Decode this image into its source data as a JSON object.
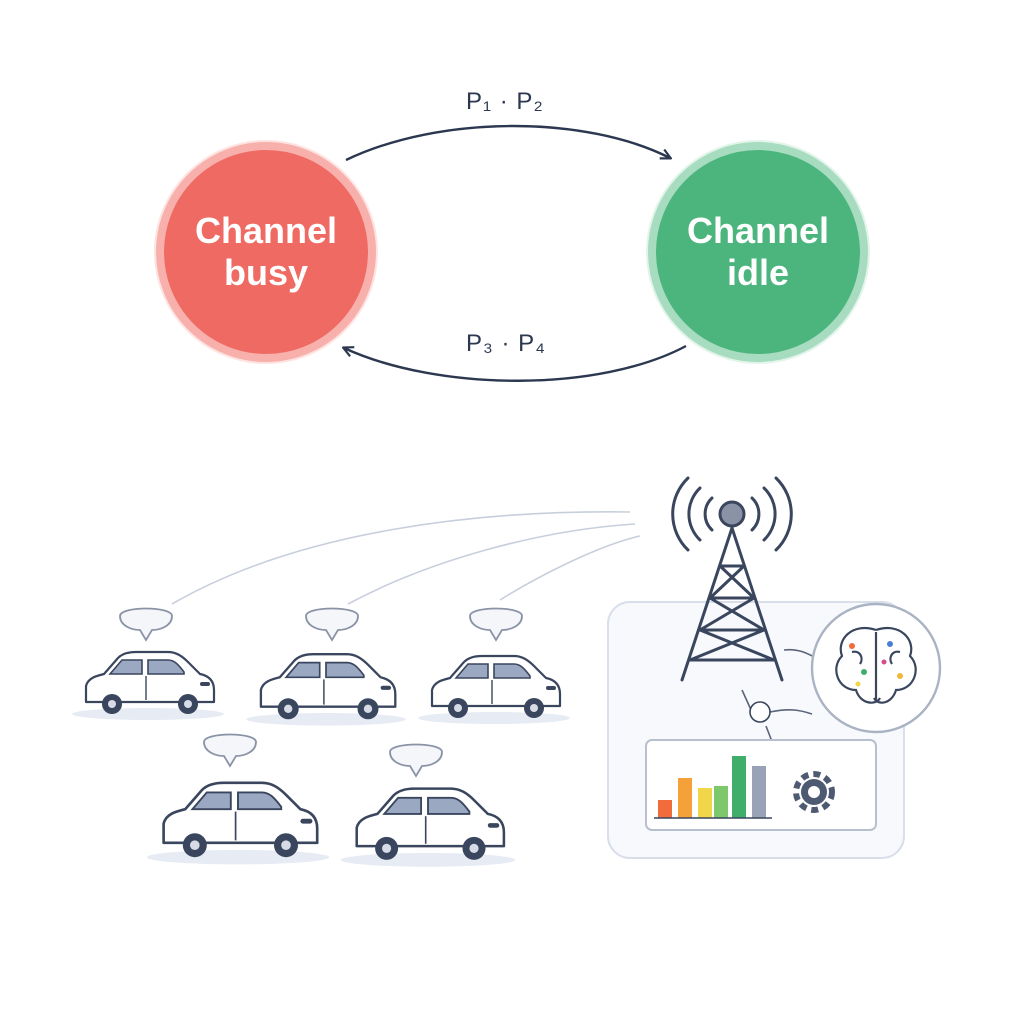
{
  "states": {
    "busy": {
      "label": "Channel\nbusy",
      "color": "#ef6a63"
    },
    "idle": {
      "label": "Channel\nidle",
      "color": "#4cb57e"
    }
  },
  "transitions": {
    "busy_to_idle": "P₁ · P₂",
    "idle_to_busy": "P₃ · P₄"
  },
  "scene": {
    "vehicles": [
      "car",
      "car",
      "car",
      "car",
      "car"
    ],
    "infrastructure": [
      "cell-tower",
      "brain-icon",
      "bar-chart",
      "gear-icon"
    ],
    "bar_colors": [
      "#f26b3a",
      "#f5a13a",
      "#f2d64a",
      "#7cc86a",
      "#3fae6a",
      "#9aa2b8"
    ]
  }
}
